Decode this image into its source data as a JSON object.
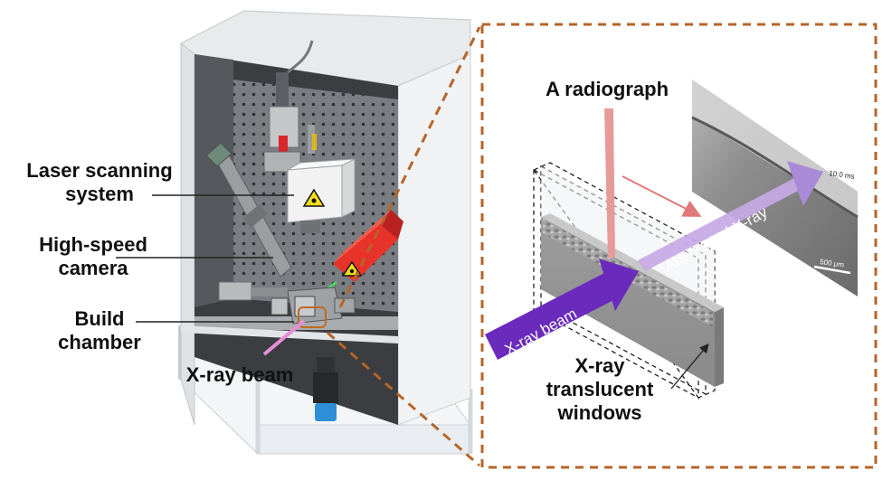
{
  "labels": {
    "laser_scanning_system": [
      "Laser scanning",
      "system"
    ],
    "high_speed_camera": [
      "High-speed",
      "camera"
    ],
    "build_chamber": [
      "Build",
      "chamber"
    ],
    "xray_beam_left": "X-ray beam",
    "radiograph": "A radiograph",
    "xray_beam_arrow": "X-ray beam",
    "attenuated_xray": "Attenuated  X-ray",
    "translucent_windows": [
      "X-ray",
      "translucent",
      "windows"
    ],
    "time_stamp": "10.0 ms",
    "scale_bar": "500 μm"
  },
  "colors": {
    "callout_border": "#b5652a",
    "xray_beam": "#6a2bbd",
    "attenuated_beam": "#b08ad8",
    "laser_beam": "#e79a9a",
    "laser_head": "#e8332b",
    "hazard": "#f2df1b",
    "camera_base": "#2f8fd6"
  },
  "icons": [
    "laser-hazard-icon",
    "laser-hazard-icon-2"
  ]
}
